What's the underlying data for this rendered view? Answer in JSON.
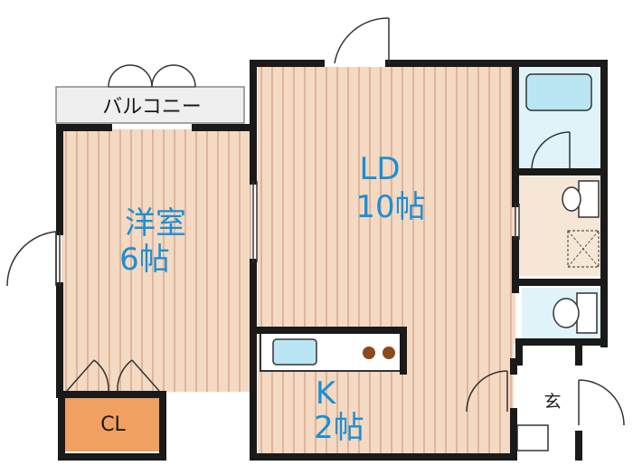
{
  "rooms": {
    "western_room": {
      "name": "洋室",
      "size": "6帖"
    },
    "living_dining": {
      "name": "LD",
      "size": "10帖"
    },
    "kitchen": {
      "name": "K",
      "size": "2帖"
    },
    "closet": {
      "name": "CL"
    },
    "balcony": {
      "name": "バルコニー"
    },
    "entrance": {
      "name": "玄"
    }
  },
  "colors": {
    "floor": "#f4d9c3",
    "floor_stripe": "#dfb59a",
    "wall": "#1a1a1a",
    "label_blue": "#1a8fd6",
    "closet_fill": "#f0a060",
    "bath_fill": "#b9e6f2",
    "wet_area_fill": "#dff3f8",
    "toilet_area_fill": "#f6e6d6",
    "balcony_fill": "#efefef"
  },
  "icons": [
    "door-swing-icon",
    "bathtub-icon",
    "toilet-icon",
    "sink-icon",
    "stove-burner-icon",
    "washer-space-icon"
  ]
}
